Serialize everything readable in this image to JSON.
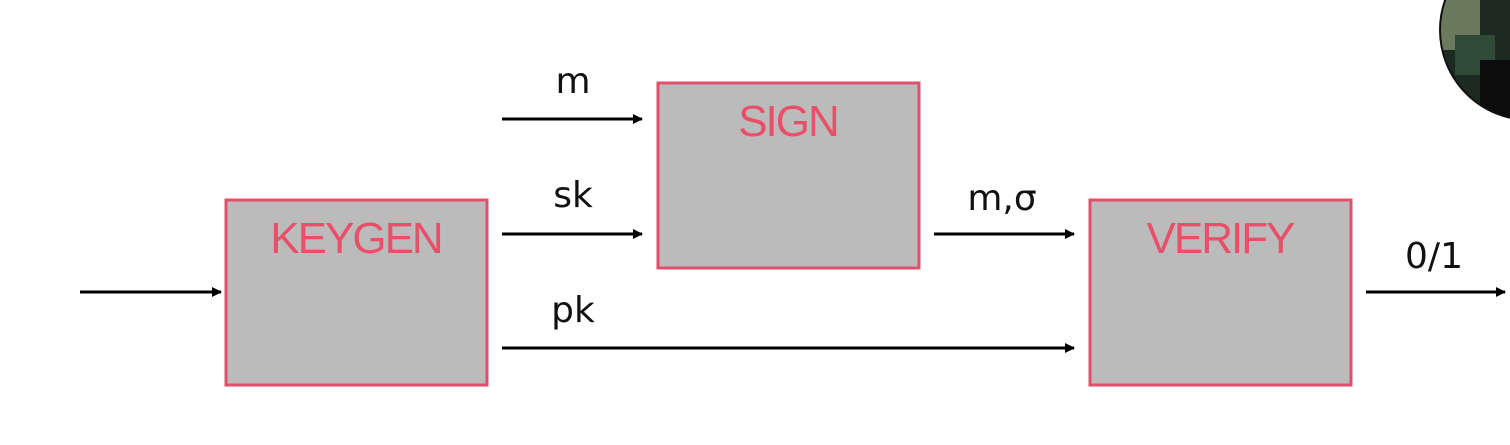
{
  "colors": {
    "box_fill": "#bcbbbc",
    "box_border": "#e0506a",
    "box_title": "#e8506a",
    "arrow": "#000000",
    "label": "#111111",
    "background": "#ffffff"
  },
  "boxes": {
    "keygen": {
      "title": "KEYGEN"
    },
    "sign": {
      "title": "SIGN"
    },
    "verify": {
      "title": "VERIFY"
    }
  },
  "edges": {
    "input_to_keygen": {
      "label": ""
    },
    "m_to_sign": {
      "label": "m"
    },
    "sk_to_sign": {
      "label": "sk"
    },
    "sig_to_verify": {
      "label": "m,σ"
    },
    "pk_to_verify": {
      "label": "pk"
    },
    "verify_output": {
      "label": "0/1"
    }
  }
}
